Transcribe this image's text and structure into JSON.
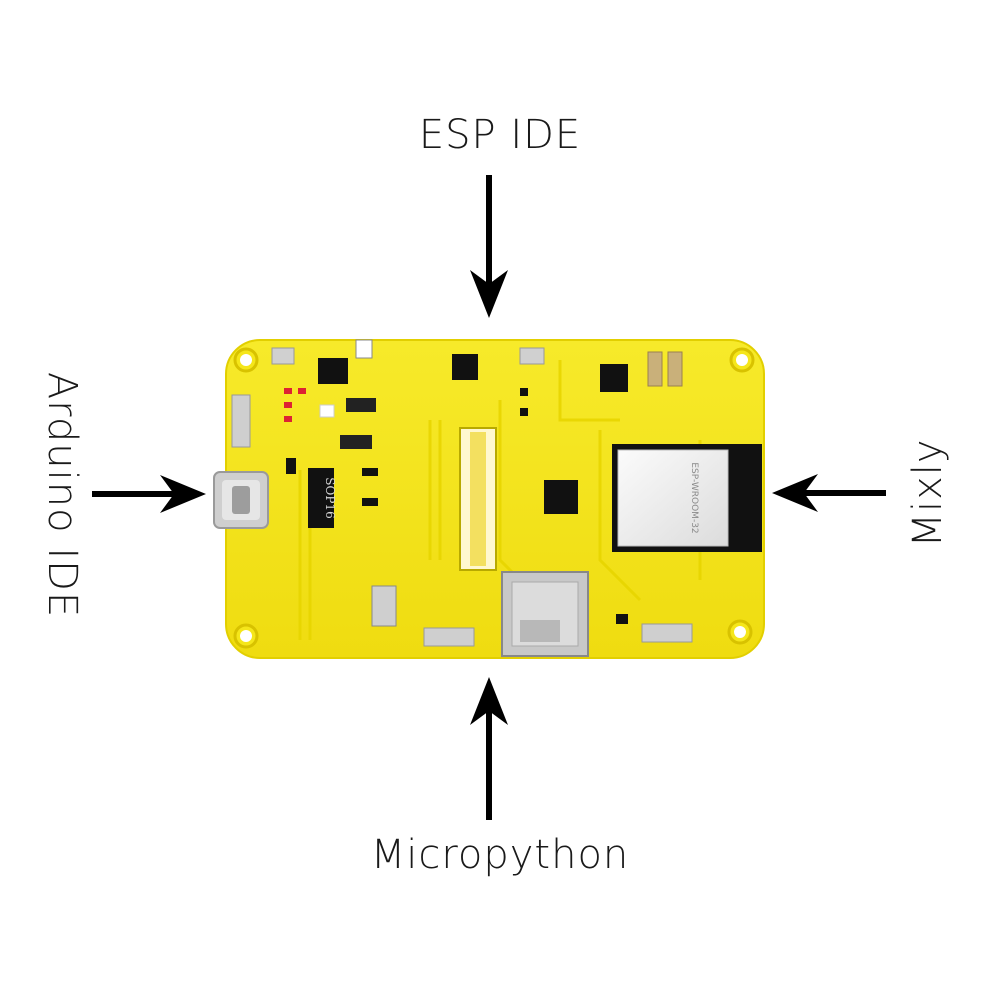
{
  "labels": {
    "top": "ESP IDE",
    "bottom": "Micropython",
    "left": "Arduino IDE",
    "right": "Mixly"
  },
  "board_markings": {
    "chip_sop16": "SOP16",
    "module": "ESP-WROOM-32"
  },
  "colors": {
    "board": "#f5e61a",
    "board_edge": "#e8d400",
    "arrow": "#000000",
    "text": "#1a1a1a",
    "module_shield": "#f2f2f2"
  },
  "icons": [
    "arrow-down-icon",
    "arrow-up-icon",
    "arrow-right-icon",
    "arrow-left-icon"
  ]
}
